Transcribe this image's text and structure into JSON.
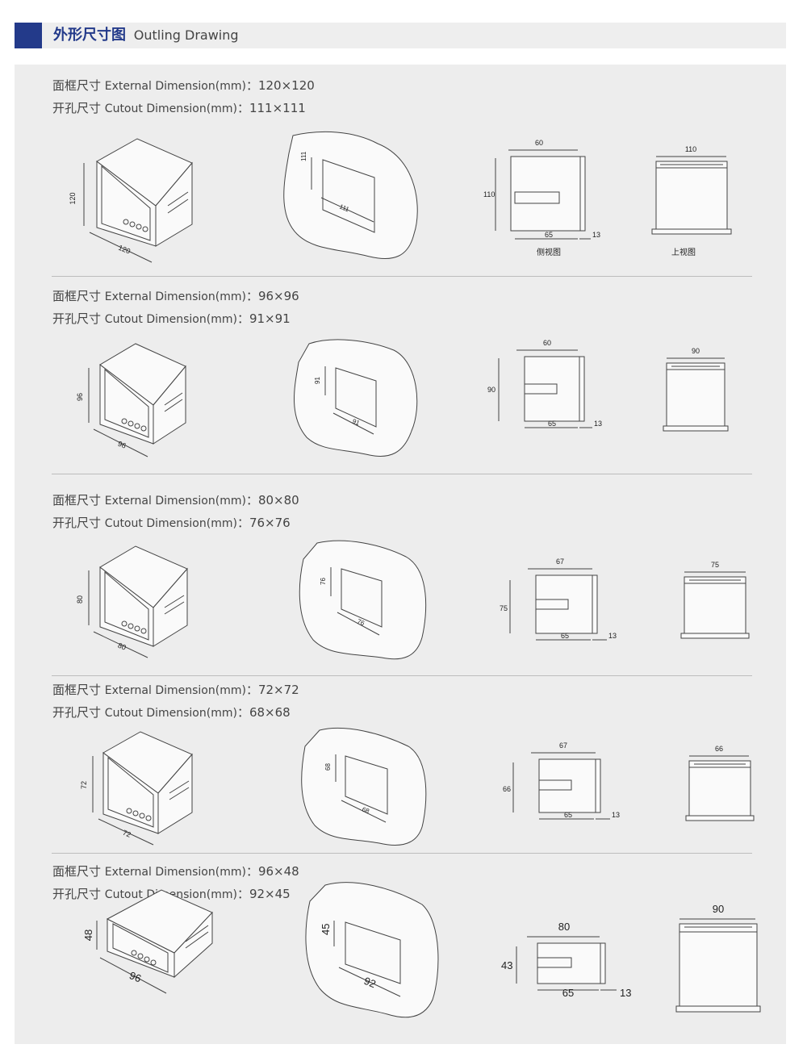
{
  "header": {
    "title_cn": "外形尺寸图",
    "title_en": "Outling Drawing",
    "accent_color": "#233a8a"
  },
  "labels": {
    "external_prefix": "面框尺寸",
    "external_en": "External Dimension(mm)",
    "cutout_prefix": "开孔尺寸",
    "cutout_en": "Cutout Dimension(mm)",
    "side_view": "侧视图",
    "top_view": "上视图"
  },
  "sections": [
    {
      "external": "120×120",
      "cutout": "111×111",
      "front_h": "120",
      "front_w": "120",
      "cut_h": "111",
      "cut_w": "111",
      "side_h": "110",
      "side_depth": "60",
      "side_body": "65",
      "side_panel": "13",
      "top_w": "110"
    },
    {
      "external": "96×96",
      "cutout": "91×91",
      "front_h": "96",
      "front_w": "96",
      "cut_h": "91",
      "cut_w": "91",
      "side_h": "90",
      "side_depth": "60",
      "side_body": "65",
      "side_panel": "13",
      "top_w": "90"
    },
    {
      "external": "80×80",
      "cutout": "76×76",
      "front_h": "80",
      "front_w": "80",
      "cut_h": "76",
      "cut_w": "76",
      "side_h": "75",
      "side_depth": "67",
      "side_body": "65",
      "side_panel": "13",
      "top_w": "75"
    },
    {
      "external": "72×72",
      "cutout": "68×68",
      "front_h": "72",
      "front_w": "72",
      "cut_h": "68",
      "cut_w": "68",
      "side_h": "66",
      "side_depth": "67",
      "side_body": "65",
      "side_panel": "13",
      "top_w": "66"
    },
    {
      "external": "96×48",
      "cutout": "92×45",
      "front_h": "48",
      "front_w": "96",
      "cut_h": "45",
      "cut_w": "92",
      "side_h": "43",
      "side_depth": "80",
      "side_body": "65",
      "side_panel": "13",
      "top_w": "90"
    }
  ]
}
